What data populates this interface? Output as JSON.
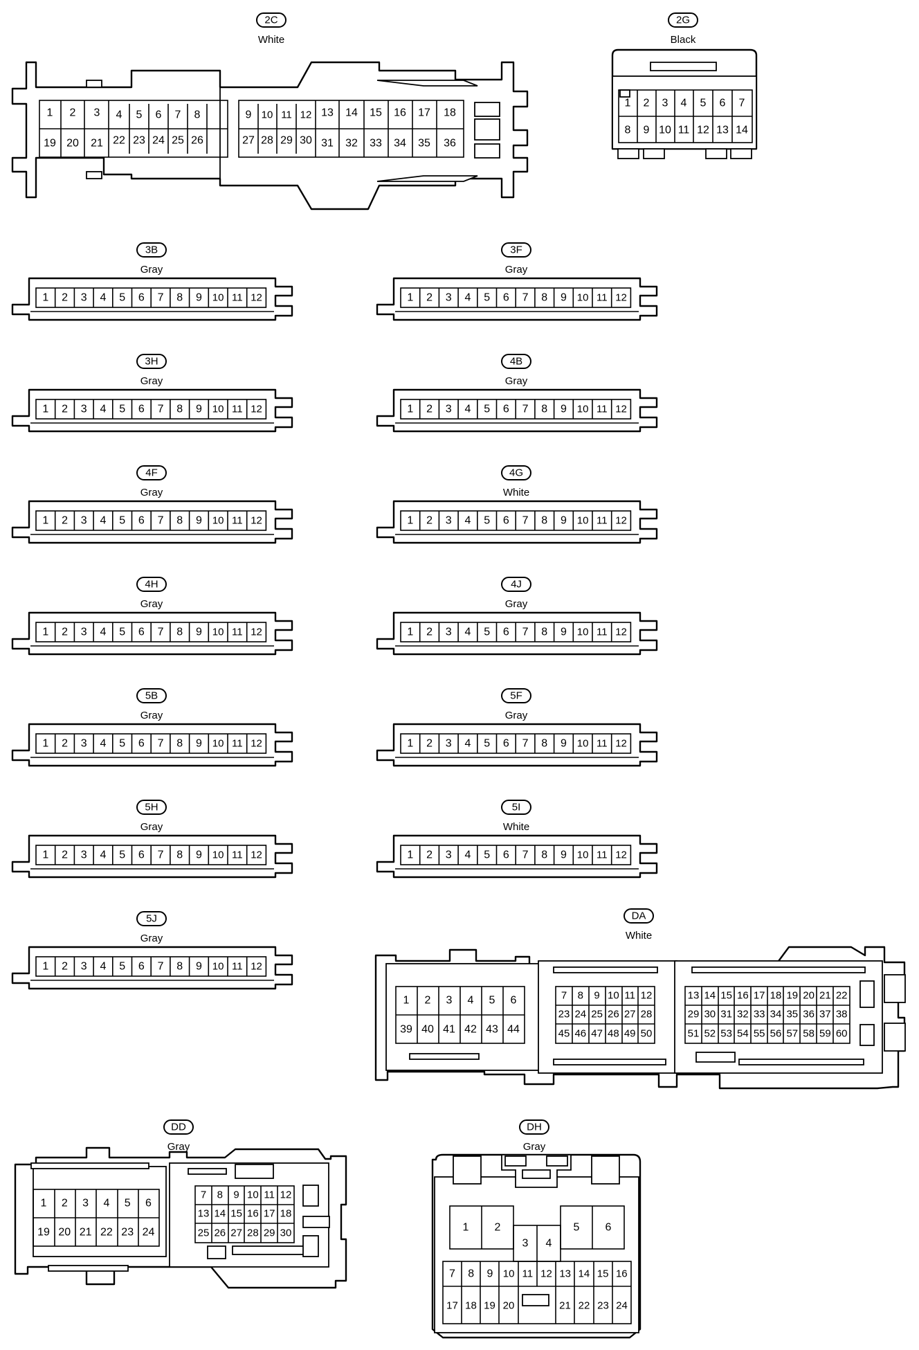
{
  "connectors": [
    {
      "id": "2C",
      "color": "White",
      "rows": [
        [
          1,
          2,
          3,
          4,
          5,
          6,
          7,
          8,
          9,
          10,
          11,
          12,
          13,
          14,
          15,
          16,
          17,
          18
        ],
        [
          19,
          20,
          21,
          22,
          23,
          24,
          25,
          26,
          27,
          28,
          29,
          30,
          31,
          32,
          33,
          34,
          35,
          36
        ]
      ]
    },
    {
      "id": "2G",
      "color": "Black",
      "rows": [
        [
          1,
          2,
          3,
          4,
          5,
          6,
          7
        ],
        [
          8,
          9,
          10,
          11,
          12,
          13,
          14
        ]
      ]
    },
    {
      "id": "3B",
      "color": "Gray",
      "rows": [
        [
          1,
          2,
          3,
          4,
          5,
          6,
          7,
          8,
          9,
          10,
          11,
          12
        ]
      ]
    },
    {
      "id": "3F",
      "color": "Gray",
      "rows": [
        [
          1,
          2,
          3,
          4,
          5,
          6,
          7,
          8,
          9,
          10,
          11,
          12
        ]
      ]
    },
    {
      "id": "3H",
      "color": "Gray",
      "rows": [
        [
          1,
          2,
          3,
          4,
          5,
          6,
          7,
          8,
          9,
          10,
          11,
          12
        ]
      ]
    },
    {
      "id": "4B",
      "color": "Gray",
      "rows": [
        [
          1,
          2,
          3,
          4,
          5,
          6,
          7,
          8,
          9,
          10,
          11,
          12
        ]
      ]
    },
    {
      "id": "4F",
      "color": "Gray",
      "rows": [
        [
          1,
          2,
          3,
          4,
          5,
          6,
          7,
          8,
          9,
          10,
          11,
          12
        ]
      ]
    },
    {
      "id": "4G",
      "color": "White",
      "rows": [
        [
          1,
          2,
          3,
          4,
          5,
          6,
          7,
          8,
          9,
          10,
          11,
          12
        ]
      ]
    },
    {
      "id": "4H",
      "color": "Gray",
      "rows": [
        [
          1,
          2,
          3,
          4,
          5,
          6,
          7,
          8,
          9,
          10,
          11,
          12
        ]
      ]
    },
    {
      "id": "4J",
      "color": "Gray",
      "rows": [
        [
          1,
          2,
          3,
          4,
          5,
          6,
          7,
          8,
          9,
          10,
          11,
          12
        ]
      ]
    },
    {
      "id": "5B",
      "color": "Gray",
      "rows": [
        [
          1,
          2,
          3,
          4,
          5,
          6,
          7,
          8,
          9,
          10,
          11,
          12
        ]
      ]
    },
    {
      "id": "5F",
      "color": "Gray",
      "rows": [
        [
          1,
          2,
          3,
          4,
          5,
          6,
          7,
          8,
          9,
          10,
          11,
          12
        ]
      ]
    },
    {
      "id": "5H",
      "color": "Gray",
      "rows": [
        [
          1,
          2,
          3,
          4,
          5,
          6,
          7,
          8,
          9,
          10,
          11,
          12
        ]
      ]
    },
    {
      "id": "5I",
      "color": "White",
      "rows": [
        [
          1,
          2,
          3,
          4,
          5,
          6,
          7,
          8,
          9,
          10,
          11,
          12
        ]
      ]
    },
    {
      "id": "5J",
      "color": "Gray",
      "rows": [
        [
          1,
          2,
          3,
          4,
          5,
          6,
          7,
          8,
          9,
          10,
          11,
          12
        ]
      ]
    },
    {
      "id": "DA",
      "color": "White",
      "rows": [
        [
          1,
          2,
          3,
          4,
          5,
          6,
          7,
          8,
          9,
          10,
          11,
          12,
          13,
          14,
          15,
          16,
          17,
          18,
          19,
          20,
          21,
          22
        ],
        [
          23,
          24,
          25,
          26,
          27,
          28,
          29,
          30,
          31,
          32,
          33,
          34,
          35,
          36,
          37,
          38
        ],
        [
          39,
          40,
          41,
          42,
          43,
          44,
          45,
          46,
          47,
          48,
          49,
          50,
          51,
          52,
          53,
          54,
          55,
          56,
          57,
          58,
          59,
          60
        ]
      ]
    },
    {
      "id": "DD",
      "color": "Gray",
      "rows": [
        [
          1,
          2,
          3,
          4,
          5,
          6,
          7,
          8,
          9,
          10,
          11,
          12
        ],
        [
          13,
          14,
          15,
          16,
          17,
          18
        ],
        [
          19,
          20,
          21,
          22,
          23,
          24,
          25,
          26,
          27,
          28,
          29,
          30
        ]
      ]
    },
    {
      "id": "DH",
      "color": "Gray",
      "rows": [
        [
          1,
          2,
          3,
          4,
          5,
          6
        ],
        [
          7,
          8,
          9,
          10,
          11,
          12,
          13,
          14,
          15,
          16
        ],
        [
          17,
          18,
          19,
          20,
          21,
          22,
          23,
          24
        ]
      ]
    }
  ]
}
